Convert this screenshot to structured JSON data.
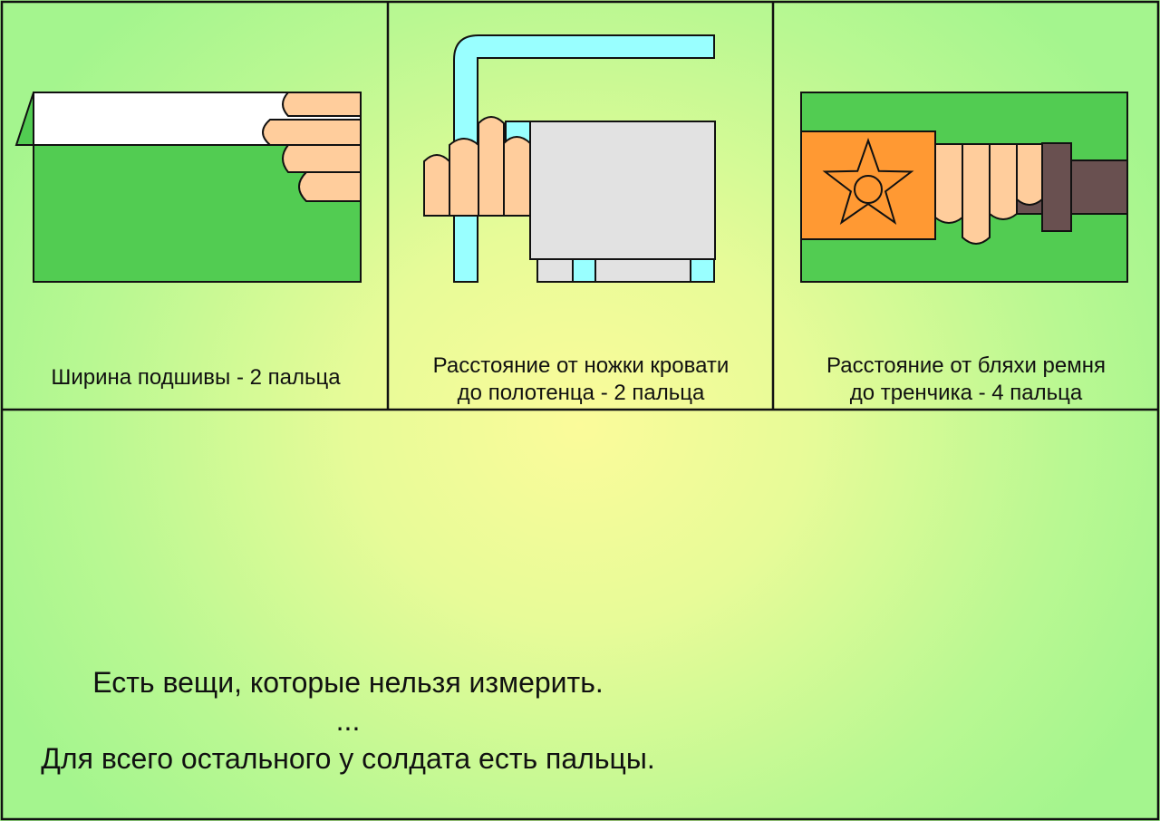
{
  "panels": [
    {
      "id": "hem",
      "caption_lines": [
        "Ширина подшивы - 2 пальца"
      ],
      "icons": [
        "collar-hem-icon",
        "hand-icon"
      ]
    },
    {
      "id": "bed",
      "caption_lines": [
        "Расстояние от ножки кровати",
        "до полотенца - 2 пальца"
      ],
      "icons": [
        "bed-frame-icon",
        "towel-icon",
        "hand-icon"
      ]
    },
    {
      "id": "belt",
      "caption_lines": [
        "Расстояние от бляхи ремня",
        "до тренчика - 4 пальца"
      ],
      "icons": [
        "belt-buckle-star-icon",
        "hand-icon",
        "belt-loop-icon"
      ]
    }
  ],
  "punchline": {
    "line1": "Есть вещи, которые нельзя измерить.",
    "line2": "...",
    "line3": "Для всего остального у солдата есть пальцы."
  },
  "colors": {
    "border": "#111111",
    "grass_green": "#52cc52",
    "skin": "#ffcd9c",
    "pipe_cyan": "#99ffff",
    "towel_grey": "#e2e2e2",
    "buckle_orange": "#ff9933",
    "belt_brown": "#695050"
  }
}
